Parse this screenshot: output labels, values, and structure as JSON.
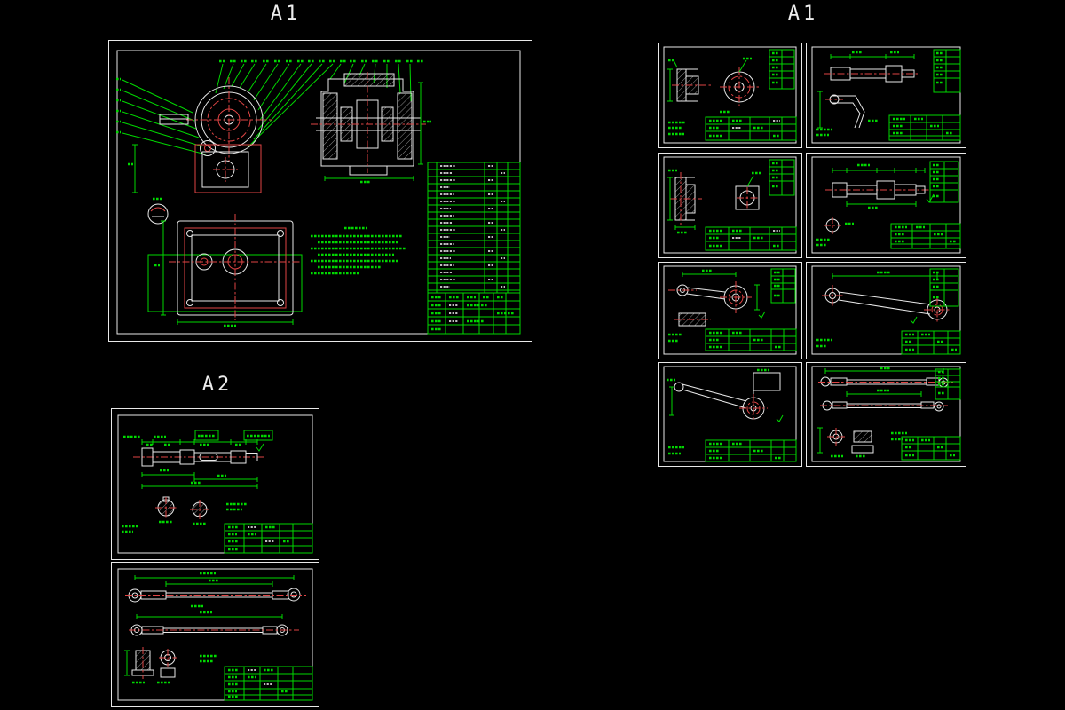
{
  "workspace": {
    "background": "#000000"
  },
  "labels": {
    "left_sheet_size": "A1",
    "bottom_left_sheet_size": "A2",
    "right_sheet_size": "A1"
  },
  "sheets": {
    "left_assembly_sheet_count": 1,
    "bottom_left_sheet_count": 2,
    "right_part_sheet_count": 8
  },
  "colors": {
    "background": "#000000",
    "sheet_frame": "#e9e9e9",
    "annotation_green": "#00d800",
    "geometry_red": "#e04545",
    "geometry_white": "#e9e9e9",
    "label_white": "#ededed"
  }
}
